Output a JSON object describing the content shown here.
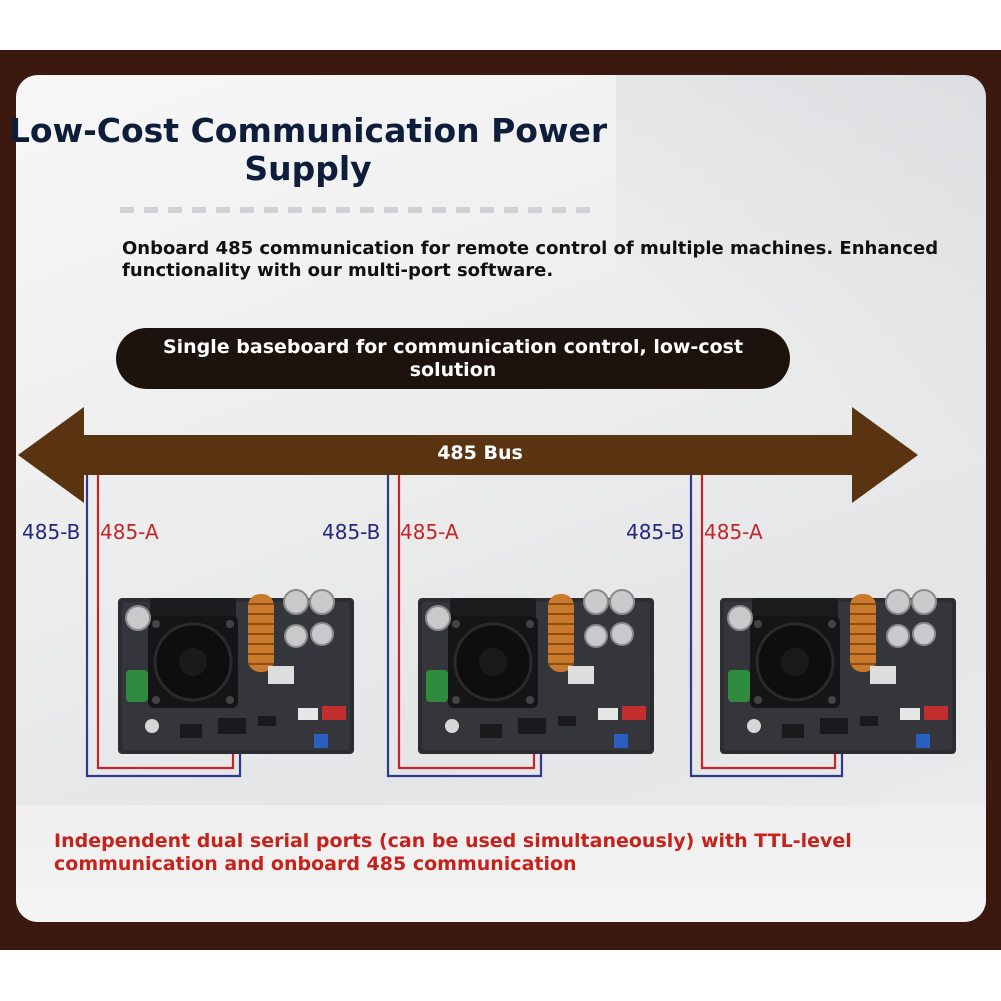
{
  "title": "Low-Cost Communication Power Supply",
  "intro": "Onboard 485 communication for remote control of multiple machines. Enhanced functionality with our multi-port software.",
  "highlight": "Single baseboard for communication control, low-cost solution",
  "bus": {
    "label": "485 Bus"
  },
  "modules": [
    {
      "b_label": "485-B",
      "a_label": "485-A"
    },
    {
      "b_label": "485-B",
      "a_label": "485-A"
    },
    {
      "b_label": "485-B",
      "a_label": "485-A"
    }
  ],
  "footer": "Independent dual serial ports (can be used simultaneously) with TTL-level communication and onboard 485 communication",
  "colors": {
    "frame": "#3b190e",
    "bus_arrow": "#5a3411",
    "wire_b": "#2f3a8f",
    "wire_a": "#c2262a",
    "footer_text": "#c6221c"
  }
}
